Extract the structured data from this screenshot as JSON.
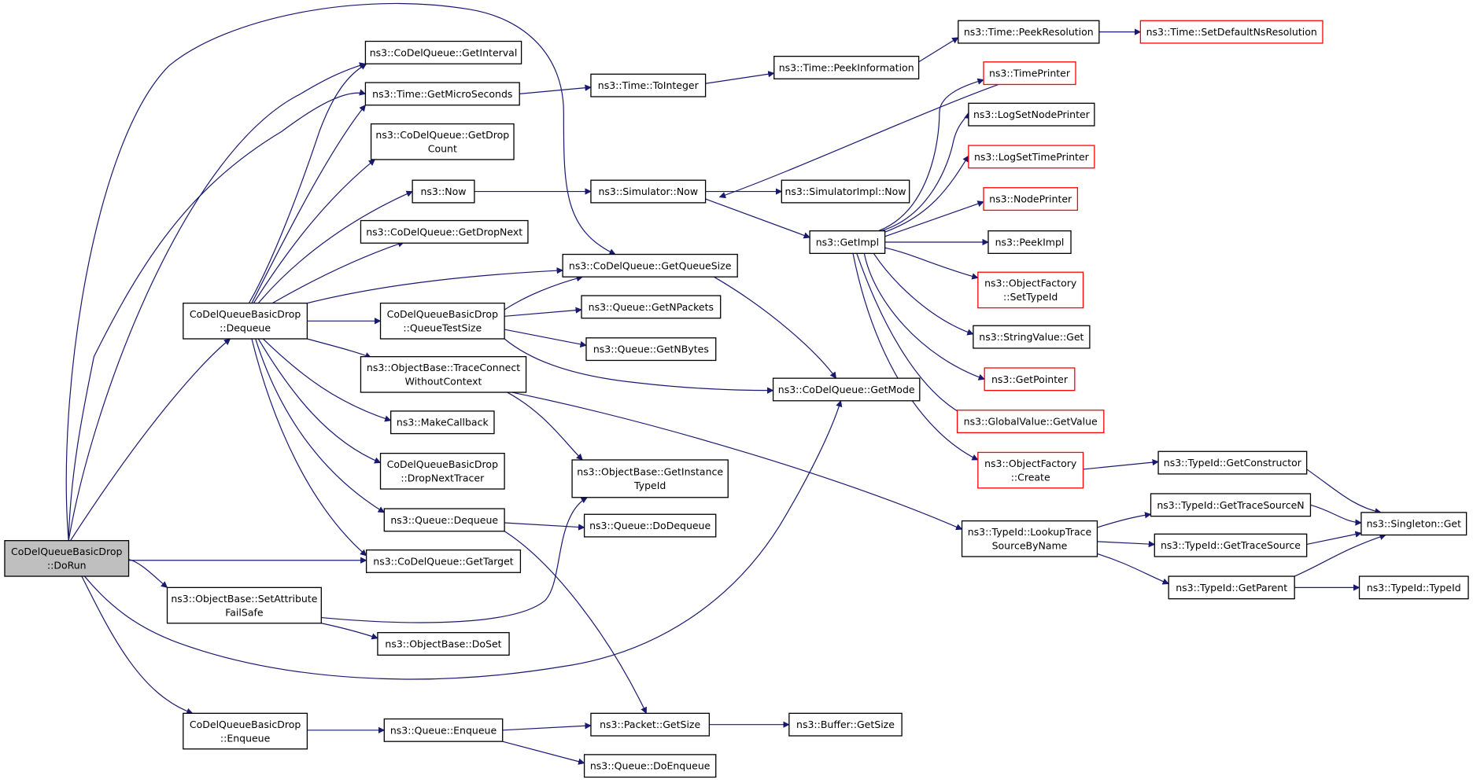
{
  "colors": {
    "edge": "#191970",
    "normal_border": "#000000",
    "truncated_border": "#ff0000",
    "root_fill": "#bfbfbf",
    "node_fill": "#ffffff"
  },
  "nodes": [
    {
      "id": "dorun",
      "lines": [
        "CoDelQueueBasicDrop",
        "::DoRun"
      ],
      "root": true
    },
    {
      "id": "dequeue",
      "lines": [
        "CoDelQueueBasicDrop",
        "::Dequeue"
      ]
    },
    {
      "id": "getinterval",
      "lines": [
        "ns3::CoDelQueue::GetInterval"
      ]
    },
    {
      "id": "getmicro",
      "lines": [
        "ns3::Time::GetMicroSeconds"
      ]
    },
    {
      "id": "getdropcount",
      "lines": [
        "ns3::CoDelQueue::GetDrop",
        "Count"
      ]
    },
    {
      "id": "now",
      "lines": [
        "ns3::Now"
      ]
    },
    {
      "id": "getdropnext",
      "lines": [
        "ns3::CoDelQueue::GetDropNext"
      ]
    },
    {
      "id": "queuetestsize",
      "lines": [
        "CoDelQueueBasicDrop",
        "::QueueTestSize"
      ]
    },
    {
      "id": "traceconnect",
      "lines": [
        "ns3::ObjectBase::TraceConnect",
        "WithoutContext"
      ]
    },
    {
      "id": "makecallback",
      "lines": [
        "ns3::MakeCallback"
      ]
    },
    {
      "id": "dropnexttracer",
      "lines": [
        "CoDelQueueBasicDrop",
        "::DropNextTracer"
      ]
    },
    {
      "id": "queuedequeue",
      "lines": [
        "ns3::Queue::Dequeue"
      ]
    },
    {
      "id": "gettarget",
      "lines": [
        "ns3::CoDelQueue::GetTarget"
      ]
    },
    {
      "id": "setattr",
      "lines": [
        "ns3::ObjectBase::SetAttribute",
        "FailSafe"
      ]
    },
    {
      "id": "doset",
      "lines": [
        "ns3::ObjectBase::DoSet"
      ]
    },
    {
      "id": "enqueuebd",
      "lines": [
        "CoDelQueueBasicDrop",
        "::Enqueue"
      ]
    },
    {
      "id": "queueenqueue",
      "lines": [
        "ns3::Queue::Enqueue"
      ]
    },
    {
      "id": "toint",
      "lines": [
        "ns3::Time::ToInteger"
      ]
    },
    {
      "id": "simnow",
      "lines": [
        "ns3::Simulator::Now"
      ]
    },
    {
      "id": "getqueuesize",
      "lines": [
        "ns3::CoDelQueue::GetQueueSize"
      ]
    },
    {
      "id": "getnpackets",
      "lines": [
        "ns3::Queue::GetNPackets"
      ]
    },
    {
      "id": "getnbytes",
      "lines": [
        "ns3::Queue::GetNBytes"
      ]
    },
    {
      "id": "getinstancetypeid",
      "lines": [
        "ns3::ObjectBase::GetInstance",
        "TypeId"
      ]
    },
    {
      "id": "dodequeue",
      "lines": [
        "ns3::Queue::DoDequeue"
      ]
    },
    {
      "id": "packetgetsize",
      "lines": [
        "ns3::Packet::GetSize"
      ]
    },
    {
      "id": "doenqueue",
      "lines": [
        "ns3::Queue::DoEnqueue"
      ]
    },
    {
      "id": "peekinfo",
      "lines": [
        "ns3::Time::PeekInformation"
      ]
    },
    {
      "id": "simimplnow",
      "lines": [
        "ns3::SimulatorImpl::Now"
      ]
    },
    {
      "id": "getmode",
      "lines": [
        "ns3::CoDelQueue::GetMode"
      ]
    },
    {
      "id": "buffergetsize",
      "lines": [
        "ns3::Buffer::GetSize"
      ]
    },
    {
      "id": "peekres",
      "lines": [
        "ns3::Time::PeekResolution"
      ]
    },
    {
      "id": "getimpl",
      "lines": [
        "ns3::GetImpl"
      ]
    },
    {
      "id": "setdefaultns",
      "lines": [
        "ns3::Time::SetDefaultNsResolution"
      ],
      "truncated": true
    },
    {
      "id": "timeprinter",
      "lines": [
        "ns3::TimePrinter"
      ],
      "truncated": true
    },
    {
      "id": "logsetnodeprinter",
      "lines": [
        "ns3::LogSetNodePrinter"
      ]
    },
    {
      "id": "logsettimeprinter",
      "lines": [
        "ns3::LogSetTimePrinter"
      ],
      "truncated": true
    },
    {
      "id": "nodeprinter",
      "lines": [
        "ns3::NodePrinter"
      ],
      "truncated": true
    },
    {
      "id": "peekimpl",
      "lines": [
        "ns3::PeekImpl"
      ]
    },
    {
      "id": "objfactsettypeid",
      "lines": [
        "ns3::ObjectFactory",
        "::SetTypeId"
      ],
      "truncated": true
    },
    {
      "id": "stringvalueget",
      "lines": [
        "ns3::StringValue::Get"
      ]
    },
    {
      "id": "getpointer",
      "lines": [
        "ns3::GetPointer"
      ],
      "truncated": true
    },
    {
      "id": "globalvalueget",
      "lines": [
        "ns3::GlobalValue::GetValue"
      ],
      "truncated": true
    },
    {
      "id": "objfactcreate",
      "lines": [
        "ns3::ObjectFactory",
        "::Create"
      ],
      "truncated": true
    },
    {
      "id": "lookuptrace",
      "lines": [
        "ns3::TypeId::LookupTrace",
        "SourceByName"
      ]
    },
    {
      "id": "getconstructor",
      "lines": [
        "ns3::TypeId::GetConstructor"
      ]
    },
    {
      "id": "gettracesourcen",
      "lines": [
        "ns3::TypeId::GetTraceSourceN"
      ]
    },
    {
      "id": "gettracesource",
      "lines": [
        "ns3::TypeId::GetTraceSource"
      ]
    },
    {
      "id": "getparent",
      "lines": [
        "ns3::TypeId::GetParent"
      ]
    },
    {
      "id": "singletonget",
      "lines": [
        "ns3::Singleton::Get"
      ]
    },
    {
      "id": "typeidtypeid",
      "lines": [
        "ns3::TypeId::TypeId"
      ]
    }
  ]
}
